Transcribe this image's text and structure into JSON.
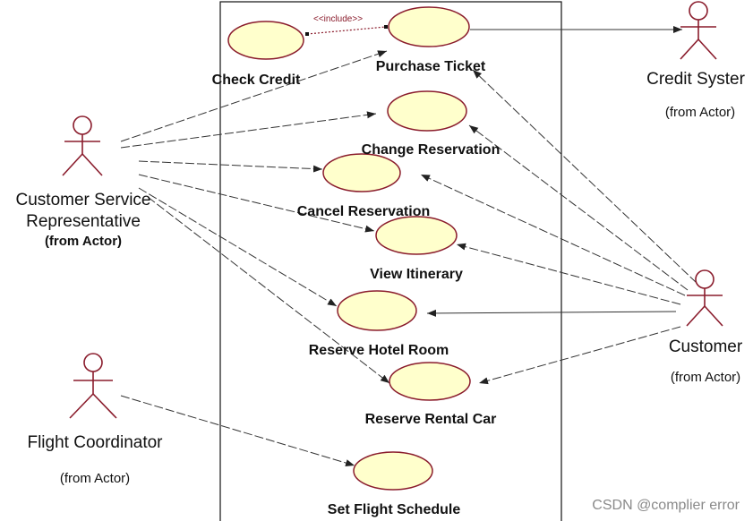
{
  "use_cases": {
    "check_credit": "Check Credit",
    "purchase_ticket": "Purchase Ticket",
    "change_reservation": "Change Reservation",
    "cancel_reservation": "Cancel Reservation",
    "view_itinerary": "View Itinerary",
    "reserve_hotel_room": "Reserve Hotel Room",
    "reserve_rental_car": "Reserve Rental Car",
    "set_flight_schedule": "Set Flight Schedule"
  },
  "actors": {
    "csr_line1": "Customer Service",
    "csr_line2": "Representative",
    "csr_from": "(from Actor)",
    "flight_coordinator": "Flight Coordinator",
    "flight_coordinator_from": "(from Actor)",
    "credit_system": "Credit Syster",
    "credit_system_from": "(from Actor)",
    "customer": "Customer",
    "customer_from": "(from Actor)"
  },
  "relations": {
    "include_label": "<<include>>"
  },
  "watermark": "CSDN @complier error",
  "colors": {
    "use_case_fill": "#ffffcc",
    "use_case_stroke": "#8a1c2c",
    "actor_stroke": "#8a1c2c",
    "line": "#333333",
    "include_line": "#8a1c2c"
  }
}
